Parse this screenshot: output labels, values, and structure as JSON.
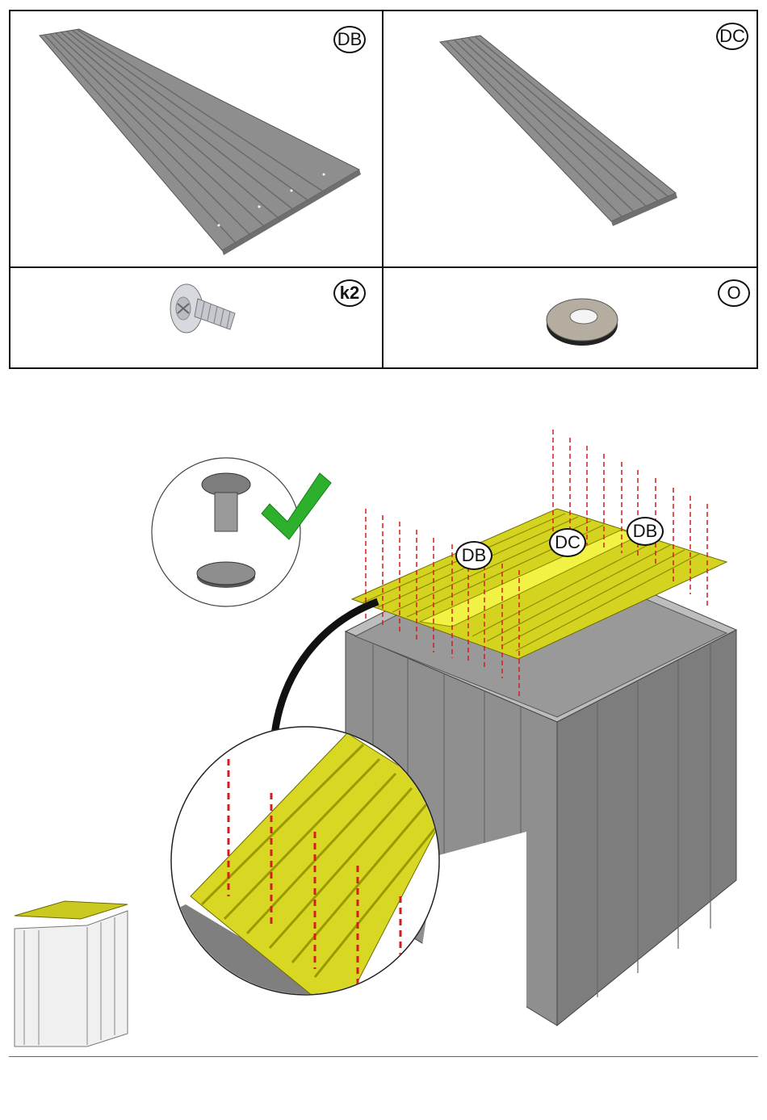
{
  "parts": {
    "db_label": "DB",
    "dc_label": "DC",
    "k2_label": "k2",
    "o_label": "O"
  },
  "diagram": {
    "callout_db_left": "DB",
    "callout_dc": "DC",
    "callout_db_right": "DB"
  },
  "colors": {
    "panel_gray": "#8a8a8a",
    "roof_yellow": "#e8e82a",
    "screw_line_red": "#d41e1e",
    "check_green": "#2db12d"
  }
}
